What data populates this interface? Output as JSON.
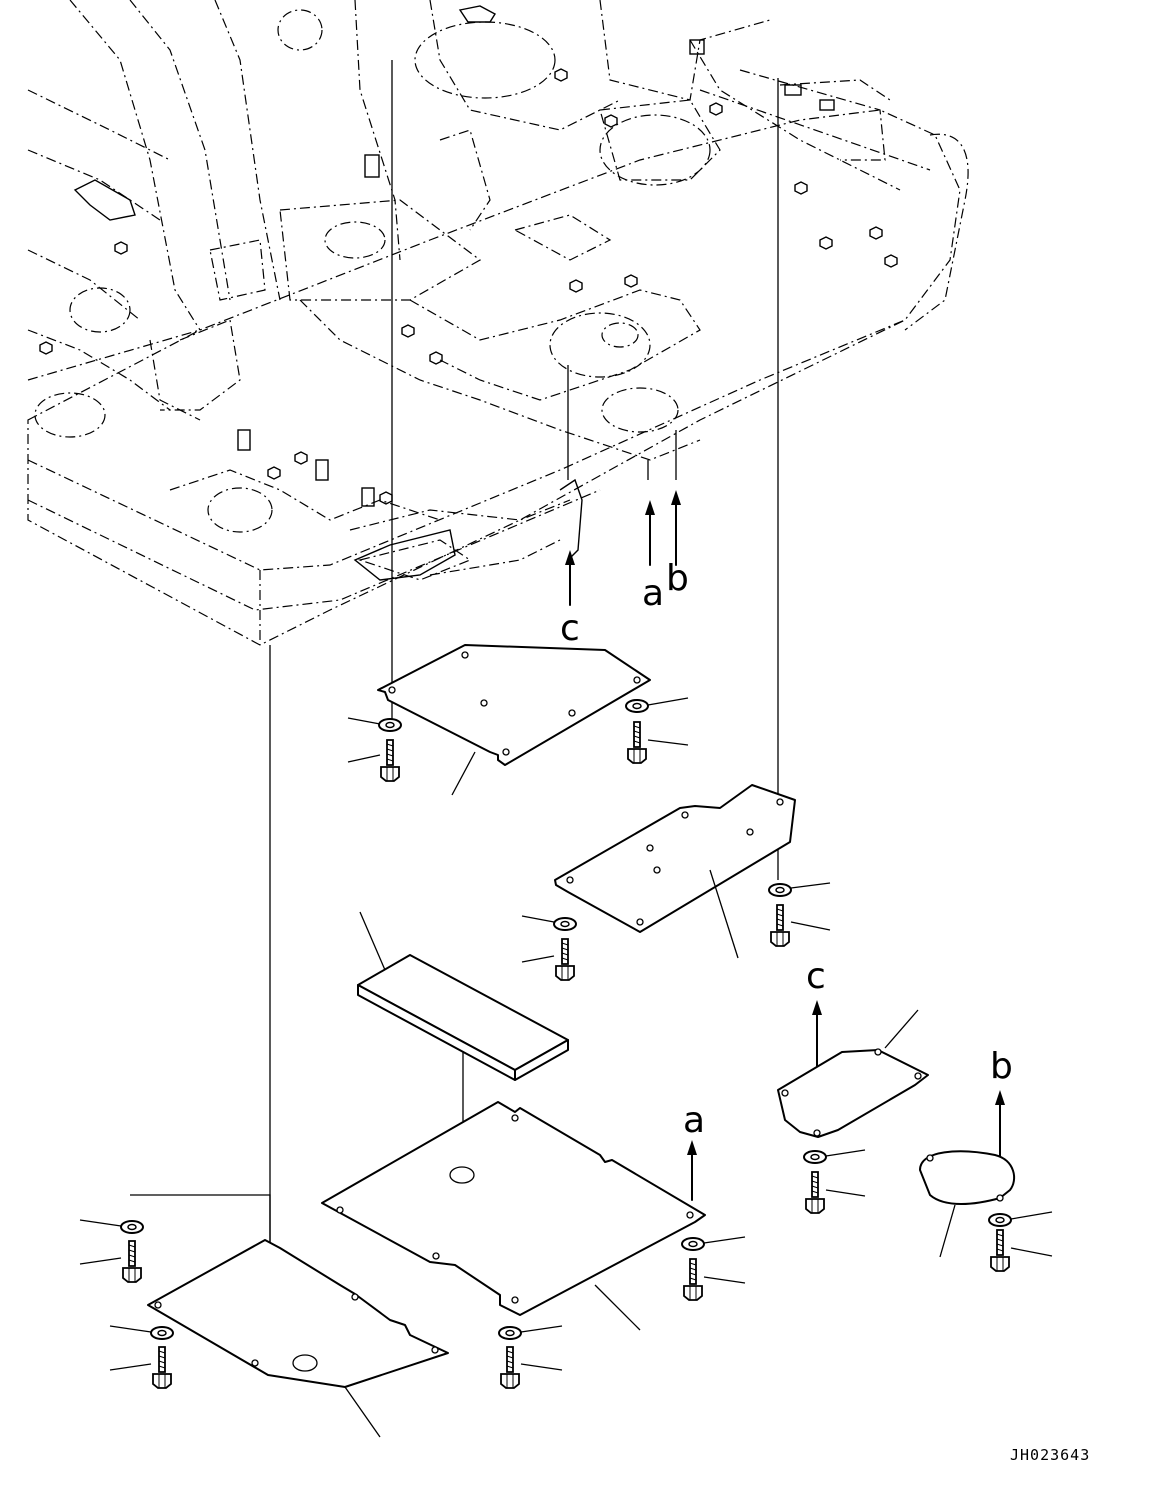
{
  "labels": {
    "a": "a",
    "b": "b",
    "c": "c"
  },
  "drawing_code": "JH023643"
}
